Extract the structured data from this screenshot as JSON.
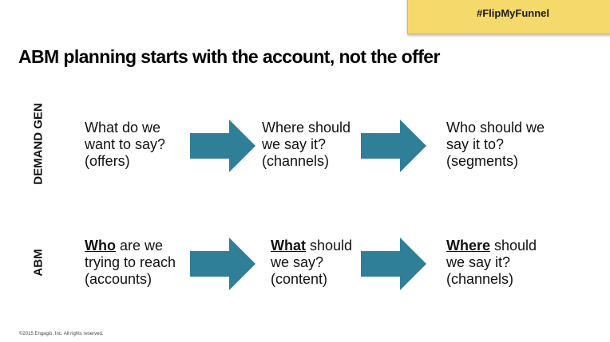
{
  "hashtag": "#FlipMyFunnel",
  "title": "ABM planning starts with the account, not the offer",
  "rows": {
    "demand_gen": {
      "label": "DEMAND GEN",
      "cells": [
        {
          "lines": [
            "What do we",
            "want to say?",
            "(offers)"
          ]
        },
        {
          "lines": [
            "Where should",
            "we say it?",
            "(channels)"
          ]
        },
        {
          "lines": [
            "Who should we",
            "say it to?",
            "(segments)"
          ]
        }
      ]
    },
    "abm": {
      "label": "ABM",
      "cells": [
        {
          "emphasis": "Who",
          "first_rest": " are we",
          "lines": [
            "trying to reach",
            "(accounts)"
          ]
        },
        {
          "emphasis": "What",
          "first_rest": " should",
          "lines": [
            "we say?",
            "(content)"
          ]
        },
        {
          "emphasis": "Where",
          "first_rest": " should",
          "lines": [
            "we say it?",
            "(channels)"
          ]
        }
      ]
    }
  },
  "arrow_color": "#2f7f98",
  "footer": "©2015 Engagio, Inc. All rights reserved."
}
